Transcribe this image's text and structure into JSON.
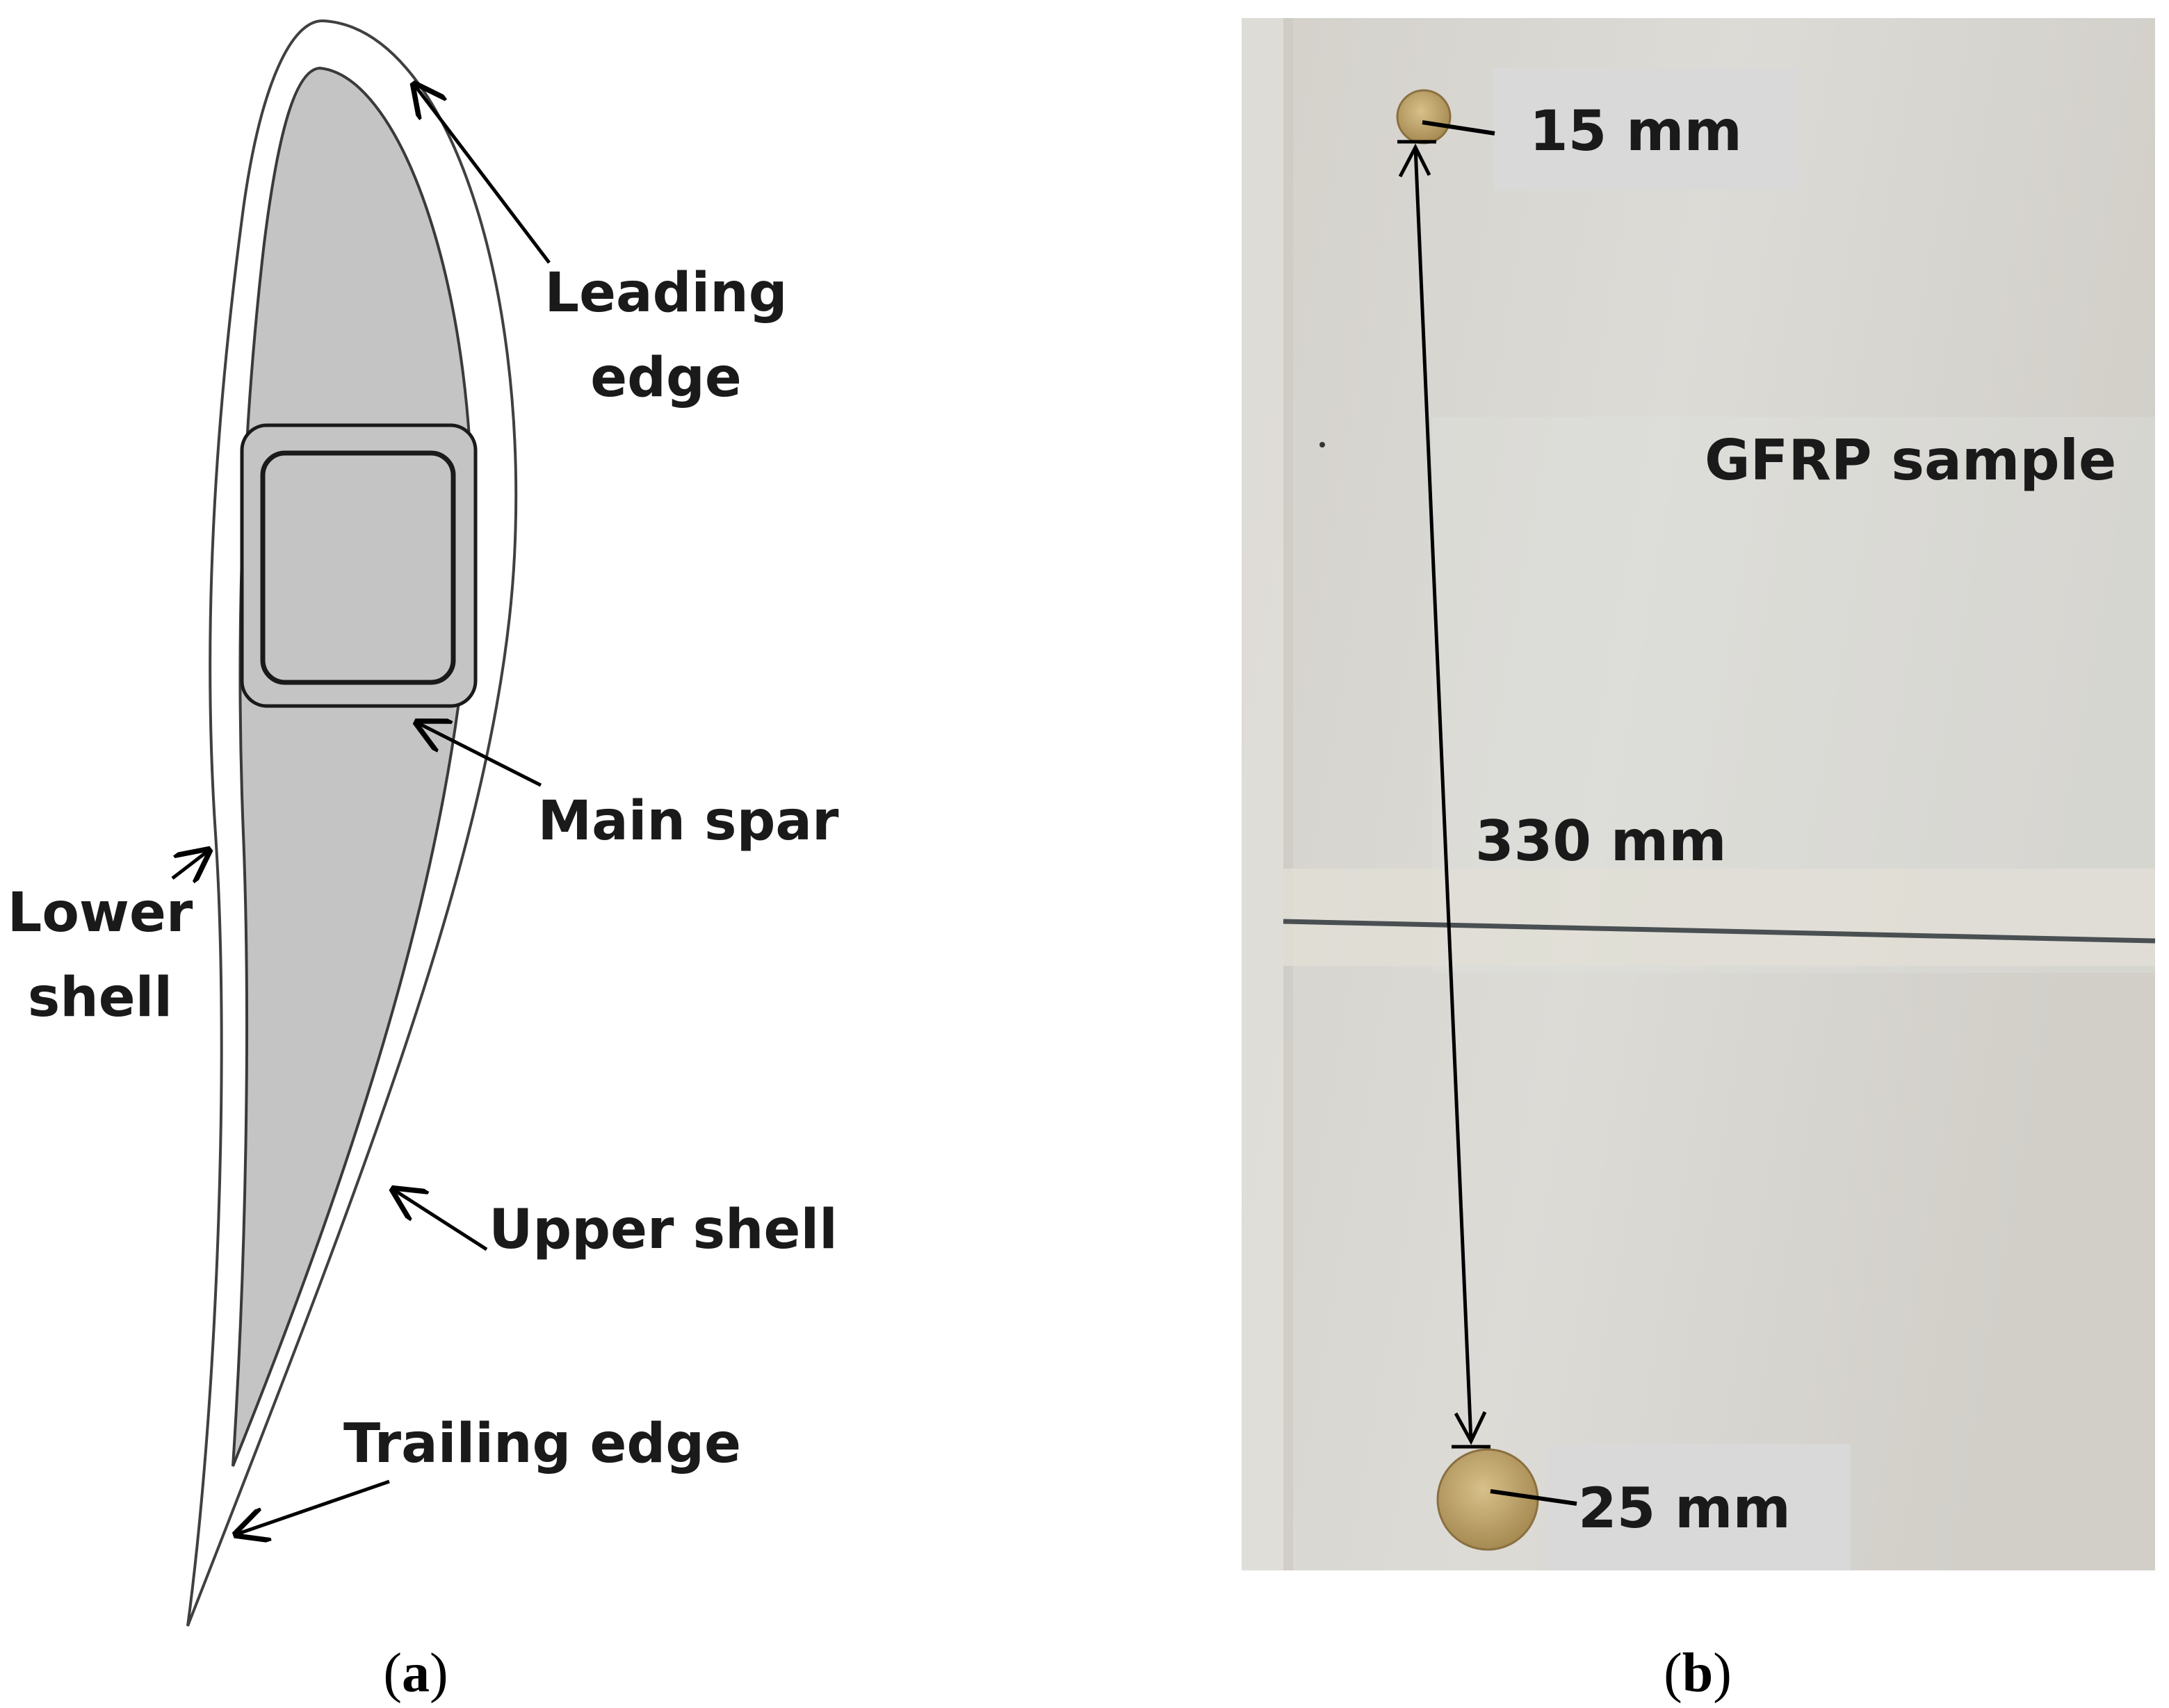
{
  "panel_a": {
    "labels": {
      "leading_edge_line1": "Leading",
      "leading_edge_line2": "edge",
      "main_spar": "Main spar",
      "lower_shell_line1": "Lower",
      "lower_shell_line2": "shell",
      "upper_shell": "Upper shell",
      "trailing_edge": "Trailing edge"
    },
    "caption_open": "(",
    "caption_letter": "a",
    "caption_close": ")"
  },
  "panel_b": {
    "labels": {
      "top_hole": "15 mm",
      "bottom_hole": "25 mm",
      "distance": "330 mm",
      "sample": "GFRP sample"
    },
    "caption_open": "(",
    "caption_letter": "b",
    "caption_close": ")"
  },
  "colors": {
    "shell_fill": "#ffffff",
    "inner_fill": "#c4c4c4",
    "photo_base": "#d6d4cf",
    "label_box": "#d9d9d9",
    "hole": "#b8a070"
  }
}
